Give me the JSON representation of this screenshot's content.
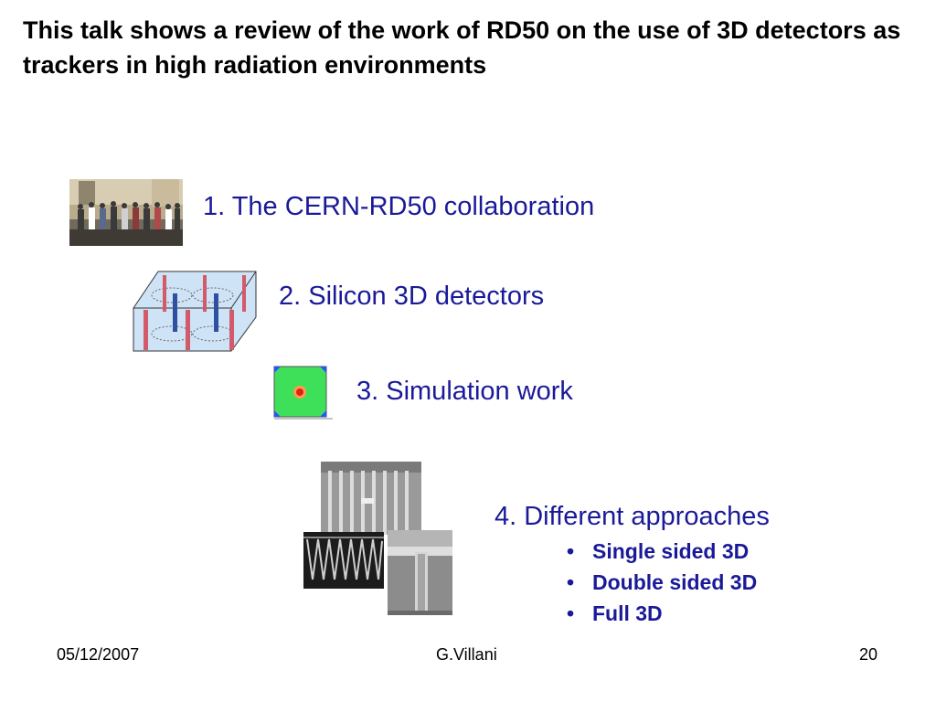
{
  "slide": {
    "title": "This talk shows a review of the work of RD50 on the use of 3D detectors as trackers in high radiation environments",
    "items": [
      {
        "label": "1. The CERN-RD50 collaboration"
      },
      {
        "label": "2. Silicon 3D detectors"
      },
      {
        "label": "3. Simulation work"
      },
      {
        "label": "4. Different approaches"
      }
    ],
    "sub_items": [
      "Single sided 3D",
      "Double sided 3D",
      "Full 3D"
    ],
    "bullet": "•"
  },
  "footer": {
    "date": "05/12/2007",
    "author": "G.Villani",
    "page": "20"
  },
  "colors": {
    "text_accent": "#1a1a99",
    "title": "#000000"
  }
}
